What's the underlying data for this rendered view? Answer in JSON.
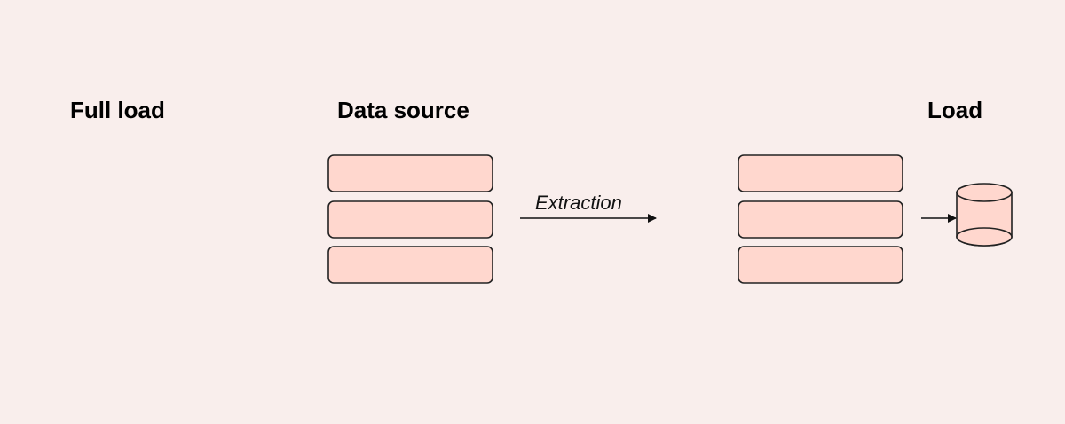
{
  "headings": {
    "full_load": "Full load",
    "data_source": "Data source",
    "load": "Load"
  },
  "edges": {
    "extraction_label": "Extraction"
  },
  "colors": {
    "background": "#f9eeec",
    "block_fill": "#ffd7ce",
    "stroke": "#222222"
  }
}
